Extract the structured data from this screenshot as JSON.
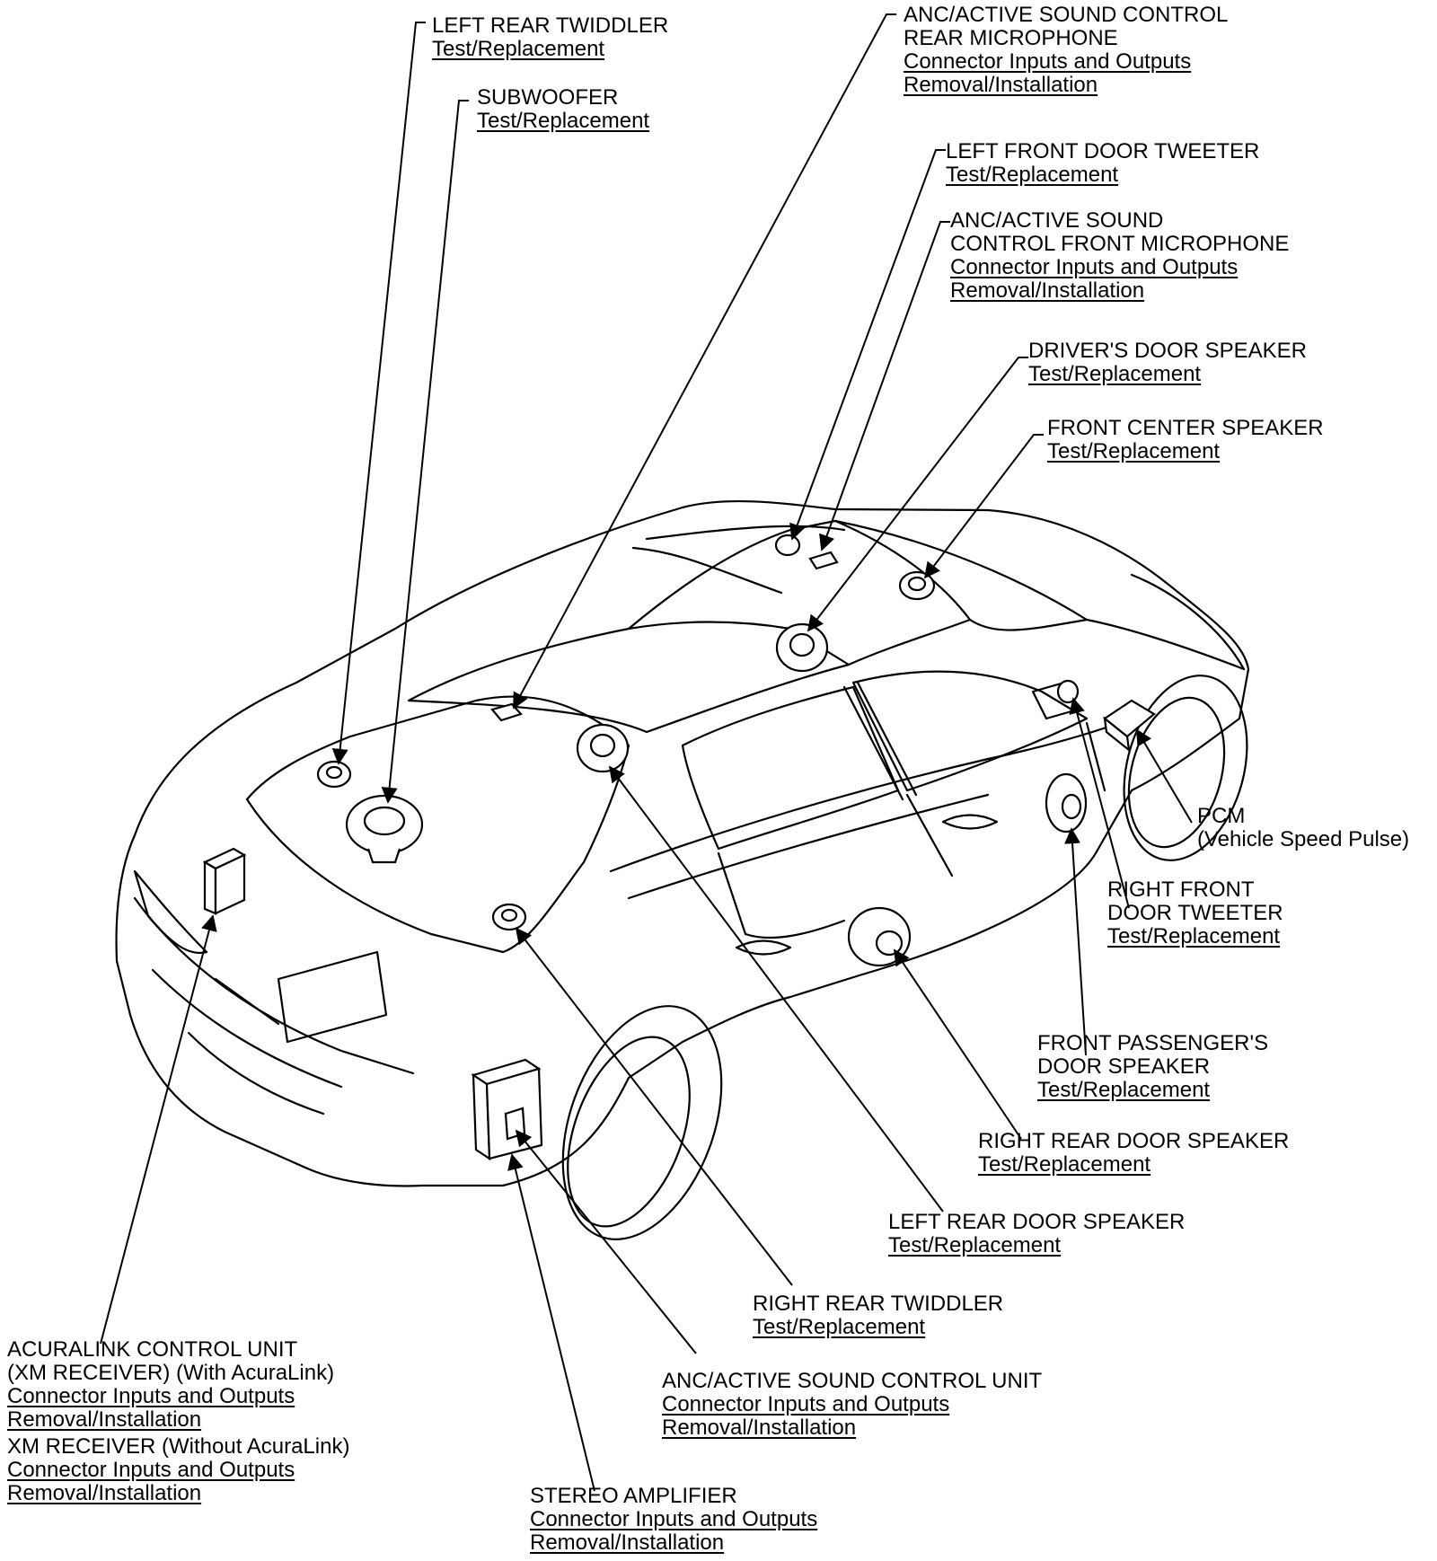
{
  "callouts": {
    "left_rear_twiddler": {
      "title": [
        "LEFT REAR TWIDDLER"
      ],
      "links": [
        "Test/Replacement"
      ]
    },
    "subwoofer": {
      "title": [
        "SUBWOOFER"
      ],
      "links": [
        "Test/Replacement"
      ]
    },
    "anc_rear_mic": {
      "title": [
        "ANC/ACTIVE SOUND CONTROL",
        "REAR MICROPHONE"
      ],
      "links": [
        "Connector Inputs and Outputs",
        "Removal/Installation"
      ]
    },
    "left_front_tweeter": {
      "title": [
        "LEFT FRONT DOOR TWEETER"
      ],
      "links": [
        "Test/Replacement"
      ]
    },
    "anc_front_mic": {
      "title": [
        "ANC/ACTIVE SOUND",
        "CONTROL FRONT MICROPHONE"
      ],
      "links": [
        "Connector Inputs and Outputs",
        "Removal/Installation"
      ]
    },
    "drivers_door_speaker": {
      "title": [
        "DRIVER'S DOOR SPEAKER"
      ],
      "links": [
        "Test/Replacement"
      ]
    },
    "front_center_speaker": {
      "title": [
        "FRONT CENTER SPEAKER"
      ],
      "links": [
        "Test/Replacement"
      ]
    },
    "pcm": {
      "title": [
        "PCM",
        "(Vehicle Speed Pulse)"
      ],
      "links": []
    },
    "right_front_tweeter": {
      "title": [
        "RIGHT FRONT",
        "DOOR TWEETER"
      ],
      "links": [
        "Test/Replacement"
      ]
    },
    "front_passenger_speaker": {
      "title": [
        "FRONT PASSENGER'S",
        "DOOR SPEAKER"
      ],
      "links": [
        "Test/Replacement"
      ]
    },
    "right_rear_door_speaker": {
      "title": [
        "RIGHT REAR DOOR SPEAKER"
      ],
      "links": [
        "Test/Replacement"
      ]
    },
    "left_rear_door_speaker": {
      "title": [
        "LEFT REAR DOOR SPEAKER"
      ],
      "links": [
        "Test/Replacement"
      ]
    },
    "right_rear_twiddler": {
      "title": [
        "RIGHT REAR TWIDDLER"
      ],
      "links": [
        "Test/Replacement"
      ]
    },
    "anc_control_unit": {
      "title": [
        "ANC/ACTIVE SOUND CONTROL UNIT"
      ],
      "links": [
        "Connector Inputs and Outputs",
        "Removal/Installation"
      ]
    },
    "acuralink_unit": {
      "title": [
        "ACURALINK CONTROL UNIT",
        "(XM RECEIVER) (With AcuraLink)"
      ],
      "links": [
        "Connector Inputs and Outputs",
        "Removal/Installation"
      ]
    },
    "xm_receiver": {
      "title": [
        "XM RECEIVER (Without AcuraLink)"
      ],
      "links": [
        "Connector Inputs and Outputs",
        "Removal/Installation"
      ]
    },
    "stereo_amplifier": {
      "title": [
        "STEREO AMPLIFIER"
      ],
      "links": [
        "Connector Inputs and Outputs",
        "Removal/Installation"
      ]
    }
  }
}
